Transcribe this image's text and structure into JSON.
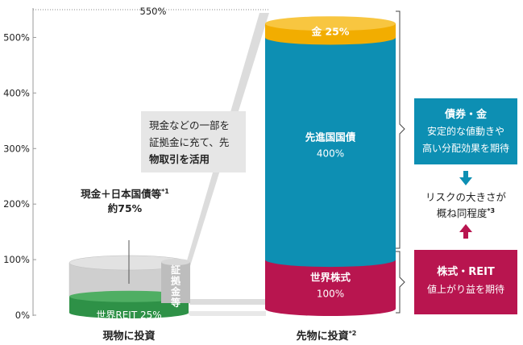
{
  "chart_data": {
    "type": "bar",
    "ylim": [
      0,
      550
    ],
    "yticks": [
      "0%",
      "100%",
      "200%",
      "300%",
      "400%",
      "500%"
    ],
    "ytick_values": [
      0,
      100,
      200,
      300,
      400,
      500
    ],
    "reference_line": {
      "value": 550,
      "label": "550%"
    },
    "categories": [
      "現物に投資",
      "先物に投資"
    ],
    "category_superscripts": [
      "",
      "*2"
    ],
    "spot": {
      "segments": [
        {
          "name": "世界REIT 25%",
          "value": 25,
          "color": "#2e9147"
        },
        {
          "name": "",
          "value": 75,
          "color": "#c8c8c8"
        }
      ],
      "collateral_label": "証拠金等",
      "annotation_line1": "現金＋日本国債等",
      "annotation_sup": "*1",
      "annotation_line2": "約75%"
    },
    "futures": {
      "segments": [
        {
          "name": "世界株式",
          "label": "100%",
          "value": 100,
          "color": "#b8154f"
        },
        {
          "name": "先進国国債",
          "label": "400%",
          "value": 400,
          "color": "#0d8fb3"
        },
        {
          "name": "金 25%",
          "value": 25,
          "color": "#f2ad00"
        }
      ]
    },
    "callout": {
      "lines": [
        "現金などの一部を",
        "証拠金に充て、先",
        "物取引を活用"
      ],
      "bold_line": 2
    },
    "side_boxes": {
      "top": {
        "title": "債券・金",
        "lines": [
          "安定的な値動きや",
          "高い分配効果を期待"
        ],
        "color": "#0d8fb3"
      },
      "middle_lines": [
        "リスクの大きさが",
        "概ね同程度"
      ],
      "middle_sup": "*3",
      "bottom": {
        "title": "株式・REIT",
        "lines": [
          "値上がり益を期待"
        ],
        "color": "#b8154f"
      }
    }
  },
  "colors": {
    "axis": "#999999",
    "grid": "#dddddd",
    "arrow_up": "#b8154f",
    "arrow_down": "#0d8fb3"
  }
}
